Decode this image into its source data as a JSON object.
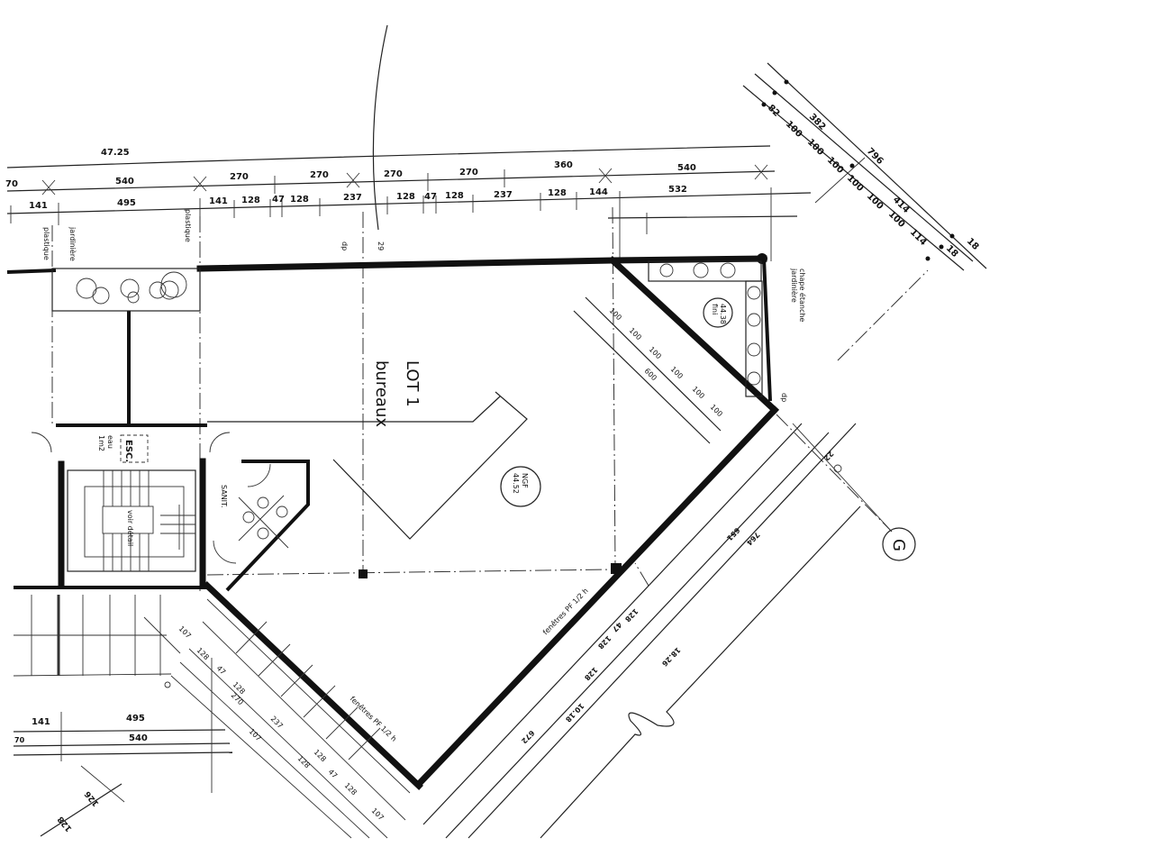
{
  "plan": {
    "lot_title": "LOT 1",
    "lot_use": "bureaux",
    "ngf_label": "NGF",
    "ngf_value": "44.52",
    "finish_level": "44.38",
    "finish_label": "fini",
    "planter_note": "chape étanche",
    "planter_note_2": "jardinière",
    "left_note_1": "plastique",
    "left_note_2": "jardinière",
    "left_note_3": "plastique",
    "stair_label": "ESC.",
    "stair_note": "voir détail",
    "stair_area": "1m2",
    "stair_area_label": "eau",
    "sanitary_label": "SANIT.",
    "window_note_1": "fenêtres PF 1/2 h",
    "window_note_2": "fenêtres PF 1/2 h",
    "grid_marker": "G",
    "small_mark_1": "dp",
    "small_mark_2": "29",
    "small_mark_3": "dp"
  },
  "dims_top": {
    "total": "47.25",
    "row2": [
      "70",
      "540",
      "270",
      "270",
      "270",
      "270",
      "360",
      "540"
    ],
    "row3": [
      "141",
      "495",
      "141",
      "128",
      "47",
      "128",
      "237",
      "128",
      "47",
      "128",
      "237",
      "128",
      "144",
      "532"
    ]
  },
  "dims_right": {
    "inner": [
      "82",
      "100",
      "100",
      "100",
      "100",
      "100",
      "100",
      "114",
      "18"
    ],
    "mid": [
      "382",
      "414",
      "18"
    ],
    "outer": "796"
  },
  "dims_bay": {
    "segments": [
      "100",
      "100",
      "100",
      "100",
      "100",
      "100"
    ],
    "total": "600"
  },
  "dims_bottom_right": {
    "a": [
      "128",
      "47",
      "128",
      "651"
    ],
    "b": [
      "128",
      "764"
    ],
    "c": [
      "672",
      "10.18",
      "18.26"
    ],
    "d": "22"
  },
  "dims_bottom_left": {
    "row1": [
      "141",
      "495"
    ],
    "row2": [
      "70",
      "540"
    ],
    "diag": [
      "128",
      "126"
    ]
  },
  "dims_stair_diag": [
    "107",
    "128",
    "47",
    "128",
    "270",
    "237",
    "107",
    "128",
    "128",
    "47",
    "128",
    "107"
  ]
}
